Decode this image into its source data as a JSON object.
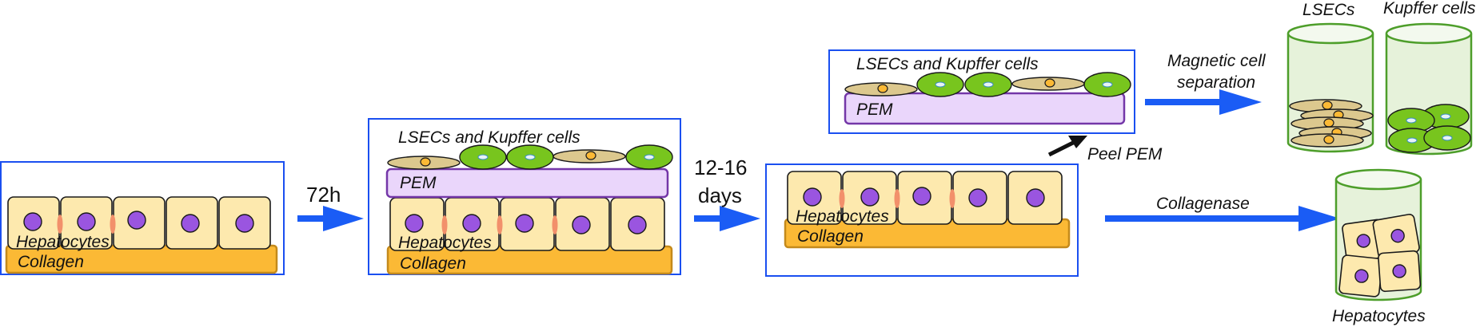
{
  "labels": {
    "hepatocytes": "Hepatocytes",
    "collagen": "Collagen",
    "pem": "PEM",
    "lsecs_kupffer": "LSECs and Kupffer cells",
    "time_72h": "72h",
    "days_line1": "12-16",
    "days_line2": "days",
    "peel_pem": "Peel PEM",
    "magnetic_line1": "Magnetic cell",
    "magnetic_line2": "separation",
    "collagenase": "Collagenase",
    "lsecs": "LSECs",
    "kupffer_cells": "Kupffer cells"
  },
  "colors": {
    "frame": "#1a4ff0",
    "arrow": "#1a5cf5",
    "collagen": "#fbb935",
    "hepatocyte": "#fde9ae",
    "nucleus": "#9a55e0",
    "pem": "#ead6fb",
    "lsec": "#dcc88e",
    "kupffer": "#78c51e",
    "tube": "#e6f2da"
  }
}
